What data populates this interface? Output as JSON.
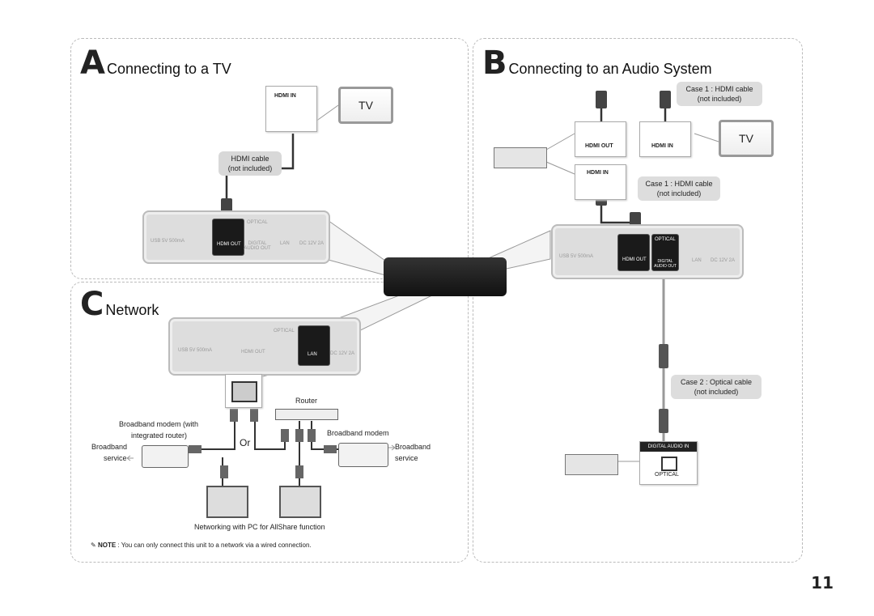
{
  "sections": {
    "a": {
      "letter": "A",
      "title": "Connecting to a TV"
    },
    "b": {
      "letter": "B",
      "title": "Connecting to an Audio System"
    },
    "c": {
      "letter": "C",
      "title": "Network"
    }
  },
  "labels": {
    "hdmi_in": "HDMI IN",
    "hdmi_out": "HDMI OUT",
    "tv": "TV",
    "hdmi_cable_line1": "HDMI cable",
    "not_included": "(not included)",
    "case1_hdmi": "Case 1 : HDMI cable",
    "case2_optical": "Case 2 : Optical cable",
    "usb": "USB 5V 500mA",
    "optical": "OPTICAL",
    "digital_audio_out": "DIGITAL AUDIO OUT",
    "lan": "LAN",
    "dc": "DC 12V 2A",
    "digital_audio_in": "DIGITAL AUDIO IN",
    "optical_caps": "OPTICAL",
    "router": "Router",
    "broadband_modem_with": "Broadband modem (with",
    "integrated_router": "integrated router)",
    "broadband_modem": "Broadband modem",
    "broadband": "Broadband",
    "service": "service",
    "or": "Or",
    "networking_pc": "Networking with PC for AllShare function"
  },
  "note": {
    "prefix": "NOTE",
    "text": " : You can only connect this unit to a network via a wired connection."
  },
  "page_number": "11"
}
